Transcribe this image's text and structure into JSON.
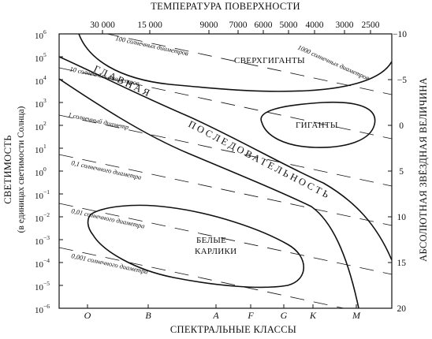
{
  "title_top": "ТЕМПЕРАТУРА ПОВЕРХНОСТИ",
  "xlabel": "СПЕКТРАЛЬНЫЕ КЛАССЫ",
  "ylabel_left": "СВЕТИМОСТЬ",
  "ylabel_left_sub": "(в единицах светимости Солнца)",
  "ylabel_right": "АБСОЛЮТНАЯ ЗВЁЗДНАЯ ВЕЛИЧИНА",
  "temperature_ticks": [
    "30 000",
    "15 000",
    "9000",
    "7000",
    "6000",
    "5000",
    "4000",
    "3000",
    "2500"
  ],
  "spectral_classes": [
    "O",
    "B",
    "A",
    "F",
    "G",
    "K",
    "M"
  ],
  "luminosity_ticks": [
    {
      "base": "10",
      "exp": "6"
    },
    {
      "base": "10",
      "exp": "5"
    },
    {
      "base": "10",
      "exp": "4"
    },
    {
      "base": "10",
      "exp": "3"
    },
    {
      "base": "10",
      "exp": "2"
    },
    {
      "base": "10",
      "exp": "1"
    },
    {
      "base": "10",
      "exp": "0"
    },
    {
      "base": "10",
      "exp": "−1"
    },
    {
      "base": "10",
      "exp": "−2"
    },
    {
      "base": "10",
      "exp": "−3"
    },
    {
      "base": "10",
      "exp": "−4"
    },
    {
      "base": "10",
      "exp": "−5"
    },
    {
      "base": "10",
      "exp": "−6"
    }
  ],
  "magnitude_ticks": [
    "−10",
    "−5",
    "0",
    "5",
    "10",
    "15",
    "20"
  ],
  "radius_lines": [
    "1000 солнечных диаметров",
    "100 солнечных диаметров",
    "10 солнечных диаметров",
    "1 солнечный диаметр",
    "0,1 солнечного диаметра",
    "0,01 солнечного диаметра",
    "0,001 солнечного диаметра"
  ],
  "regions": {
    "supergiants": "СВЕРХГИГАНТЫ",
    "giants": "ГИГАНТЫ",
    "white_dwarfs_1": "БЕЛЫЕ",
    "white_dwarfs_2": "КАРЛИКИ",
    "main_sequence": [
      "ГЛАВНАЯ",
      "ПОСЛЕДОВАТЕЛЬНОСТЬ"
    ]
  }
}
